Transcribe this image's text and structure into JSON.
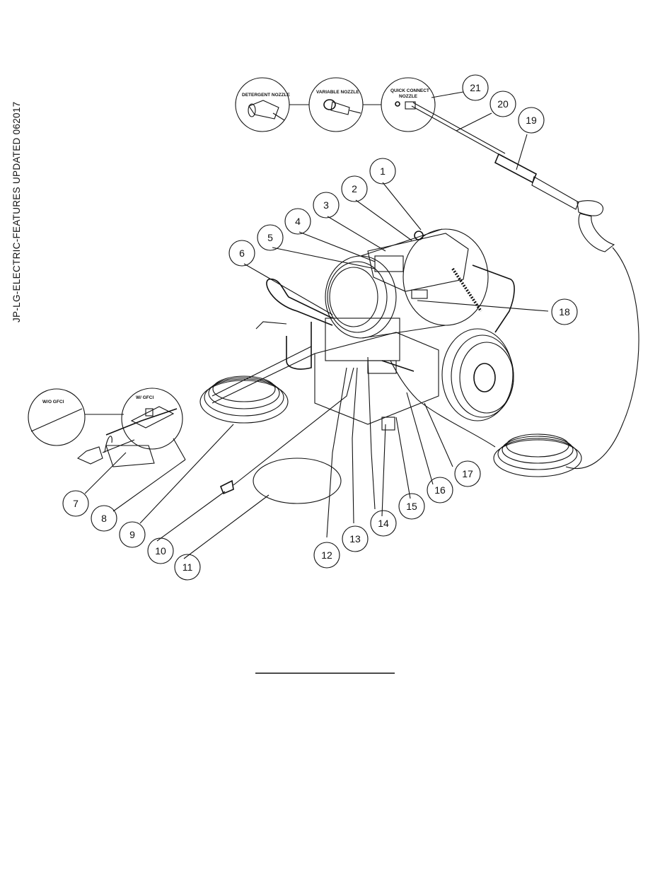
{
  "side_note": "JP-LG-ELECTRIC-FEATURES UPDATED 062017",
  "insets": {
    "detergent": "DETERGENT NOZZLE",
    "variable": "VARIABLE NOZZLE",
    "quick_line1": "QUICK CONNECT",
    "quick_line2": "NOZZLE",
    "wo_gfci": "W/O GFCI",
    "w_gfci": "W/ GFCI"
  },
  "callouts": [
    "1",
    "2",
    "3",
    "4",
    "5",
    "6",
    "7",
    "8",
    "9",
    "10",
    "11",
    "12",
    "13",
    "14",
    "15",
    "16",
    "17",
    "18",
    "19",
    "20",
    "21"
  ]
}
